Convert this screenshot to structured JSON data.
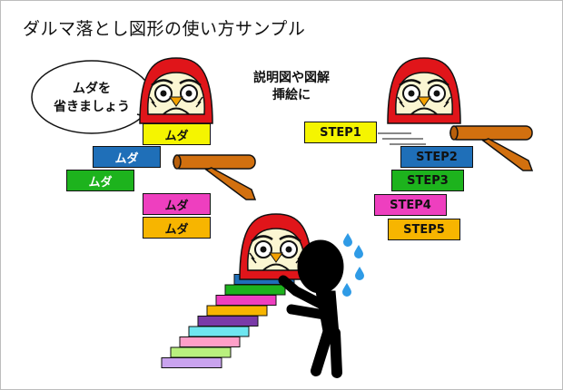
{
  "title": "ダルマ落とし図形の使い方サンプル",
  "caption": [
    "説明図や図解",
    "挿絵に"
  ],
  "bubble": [
    "ムダを",
    "省きましょう"
  ],
  "left_stack": [
    {
      "label": "ムダ",
      "color": "#f5f500"
    },
    {
      "label": "ムダ",
      "color": "#1f6fb8"
    },
    {
      "label": "ムダ",
      "color": "#1db31d"
    },
    {
      "label": "ムダ",
      "color": "#ee3fbf"
    },
    {
      "label": "ムダ",
      "color": "#f7b500"
    }
  ],
  "right_stack": [
    {
      "label": "STEP1",
      "color": "#f5f500"
    },
    {
      "label": "STEP2",
      "color": "#1f6fb8"
    },
    {
      "label": "STEP3",
      "color": "#1db31d"
    },
    {
      "label": "STEP4",
      "color": "#ee3fbf"
    },
    {
      "label": "STEP5",
      "color": "#f7b500"
    }
  ],
  "stair_colors": [
    "#f5f500",
    "#1f6fb8",
    "#1db31d",
    "#ee3fbf",
    "#f7b500",
    "#7a3aa8",
    "#6ee6f0",
    "#ff9fc8",
    "#b9f07e",
    "#c9a3ee"
  ],
  "colors": {
    "daruma_red": "#e0151a",
    "face": "#fbf6d2",
    "mallet": "#d2700f",
    "drops": "#2f9be6",
    "figure": "#000000"
  }
}
